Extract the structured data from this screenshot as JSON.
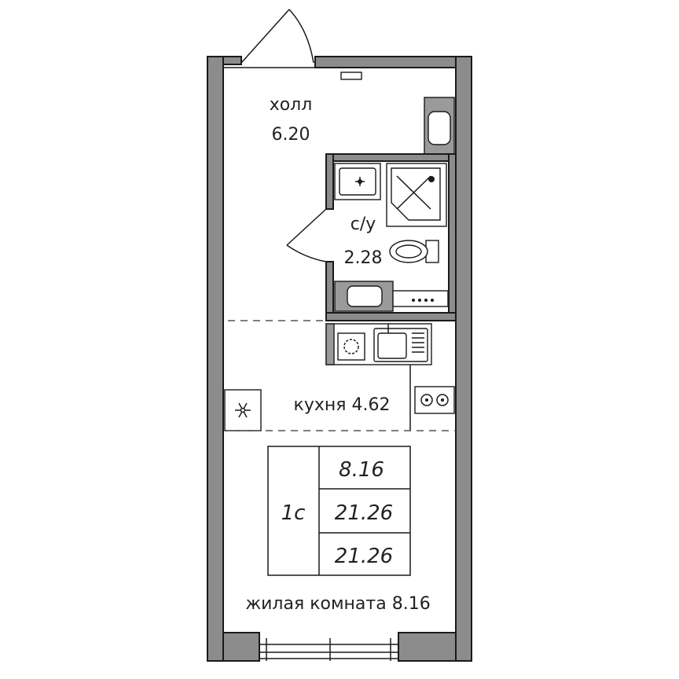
{
  "rooms": {
    "hall": {
      "name": "холл",
      "area": "6.20"
    },
    "bathroom": {
      "name": "с/у",
      "area": "2.28"
    },
    "kitchen": {
      "label": "кухня 4.62"
    },
    "living": {
      "label": "жилая комната 8.16"
    }
  },
  "summary": {
    "type": "1с",
    "living_area": "8.16",
    "total_area": "21.26",
    "total_area_2": "21.26"
  },
  "icons": {
    "fridge": "snowflake-icon",
    "stove": "stove-icon",
    "sink": "sink-icon",
    "toilet": "toilet-icon",
    "shower": "shower-icon",
    "washbasin": "washbasin-icon",
    "washer": "washing-machine-icon"
  }
}
